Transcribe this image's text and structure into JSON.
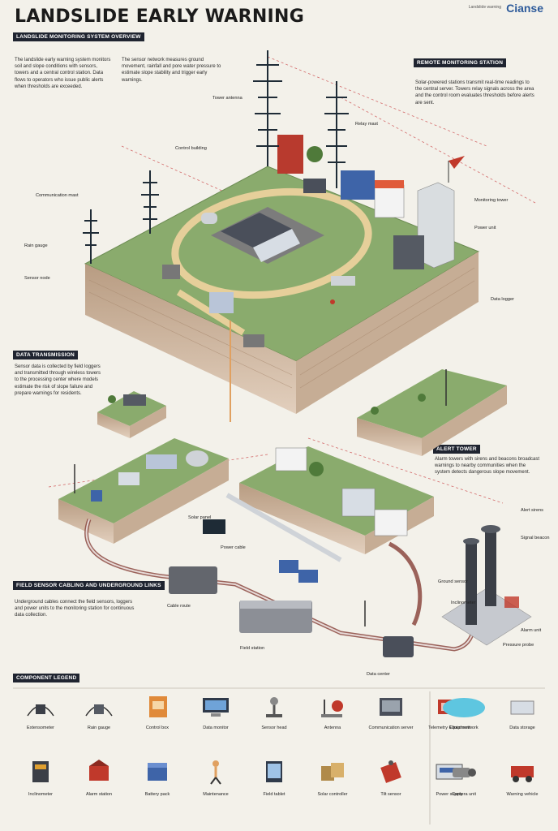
{
  "header": {
    "title": "LANDSLIDE EARLY WARNING",
    "logo": "Cianse",
    "small": "Landslide warning"
  },
  "sections": {
    "top_left_header": "LANDSLIDE MONITORING SYSTEM OVERVIEW",
    "top_left_para": "The landslide early warning system monitors soil and slope conditions with sensors, towers and a central control station. Data flows to operators who issue public alerts when thresholds are exceeded.",
    "top_mid_para": "The sensor network measures ground movement, rainfall and pore water pressure to estimate slope stability and trigger early warnings.",
    "right_header": "REMOTE MONITORING STATION",
    "right_para": "Solar-powered stations transmit real-time readings to the central server. Towers relay signals across the area and the control room evaluates thresholds before alerts are sent.",
    "mid_left_header": "DATA TRANSMISSION",
    "mid_left_para": "Sensor data is collected by field loggers and transmitted through wireless towers to the processing center where models estimate the risk of slope failure and prepare warnings for residents.",
    "mid_right_header": "ALERT TOWER",
    "mid_right_para": "Alarm towers with sirens and beacons broadcast warnings to nearby communities when the system detects dangerous slope movement.",
    "bottom_left_header": "FIELD SENSOR CABLING AND UNDERGROUND LINKS",
    "bottom_left_para": "Underground cables connect the field sensors, loggers and power units to the monitoring station for continuous data collection.",
    "legend_header": "COMPONENT LEGEND"
  },
  "labels": {
    "l1": "Tower antenna",
    "l2": "Relay mast",
    "l3": "Control building",
    "l4": "Communication mast",
    "l5": "Rain gauge",
    "l6": "Sensor node",
    "l7": "Monitoring tower",
    "l8": "Power unit",
    "l9": "Data logger",
    "l10": "Alert sirens",
    "l11": "Signal beacon",
    "l12": "Solar panel",
    "l13": "Cable route",
    "l14": "Field station",
    "l15": "Data center",
    "l16": "Ground sensor",
    "l17": "Inclinometer",
    "l18": "Pressure probe",
    "l19": "Alarm unit",
    "l20": "Power cable"
  },
  "legend_row1": [
    "Extensometer",
    "Rain gauge",
    "Control box",
    "Data monitor",
    "Sensor head",
    "Antenna",
    "Communication server",
    "Telemetry Equipment",
    "Cloud network",
    "Data storage"
  ],
  "legend_row2": [
    "Inclinometer",
    "Alarm station",
    "Battery pack",
    "Maintenance",
    "Field tablet",
    "Solar controller",
    "Tilt sensor",
    "Power supply",
    "Camera unit",
    "Warning vehicle"
  ],
  "colors": {
    "grass": "#8aab6d",
    "soil": "#cdb9a3",
    "road": "#e6cf9a",
    "accent": "#c0392b",
    "dark": "#1f2430"
  }
}
